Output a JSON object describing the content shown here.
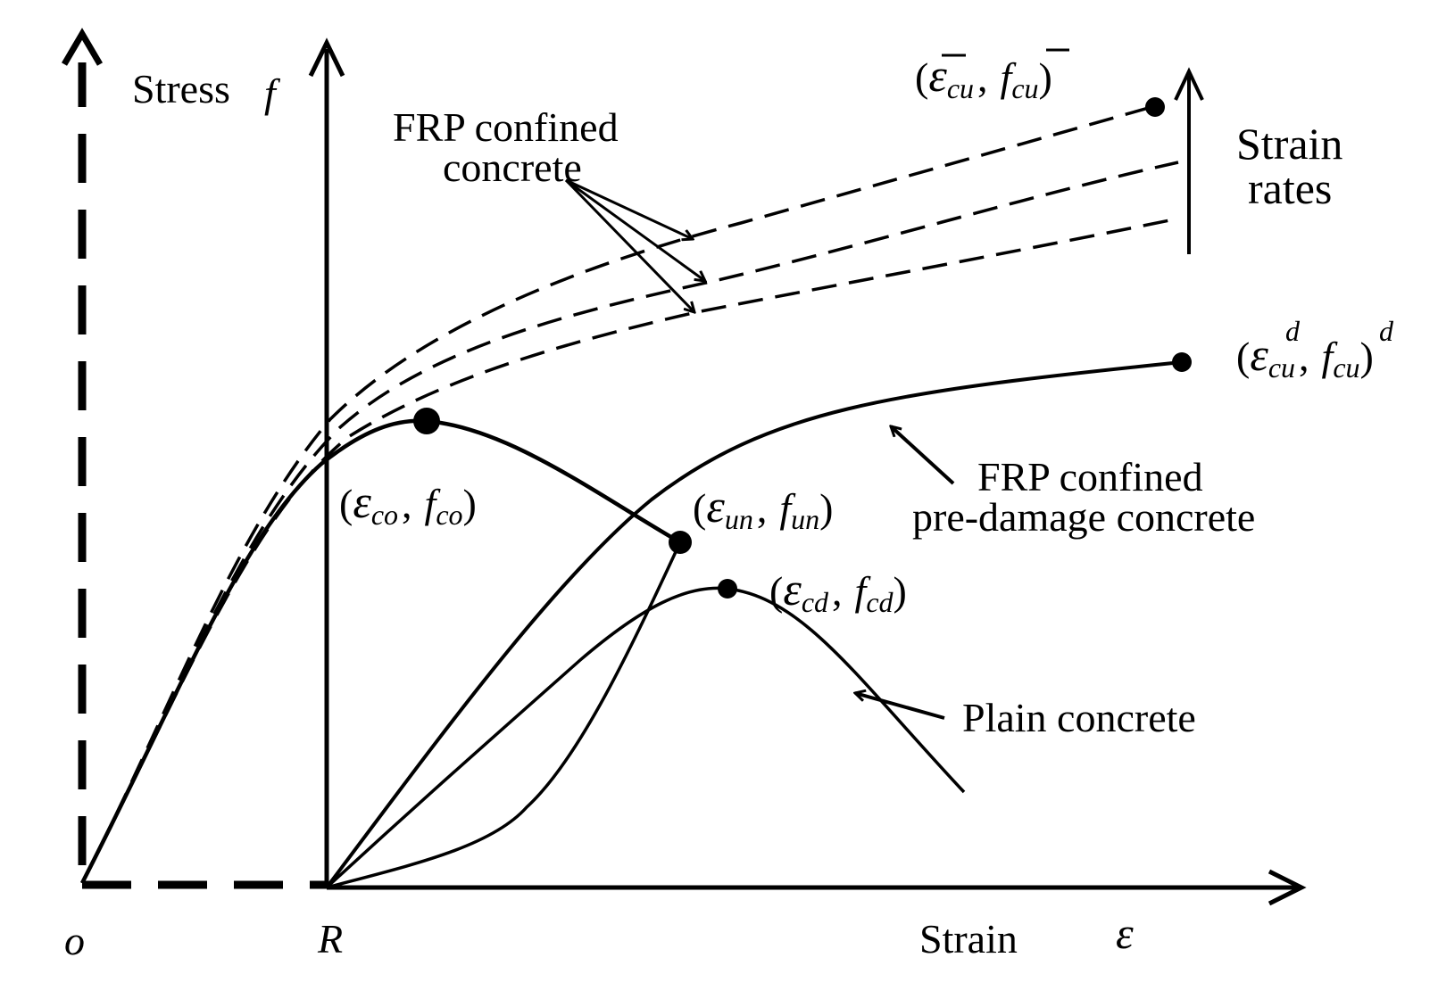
{
  "labels": {
    "stress_word": "Stress",
    "stress_symbol": "f",
    "strain_word": "Strain",
    "strain_symbol": "ε",
    "origin_o": "o",
    "origin_r": "R",
    "frp_confined_line1": "FRP confined",
    "frp_confined_line2": "concrete",
    "strain_rates_line1": "Strain",
    "strain_rates_line2": "rates",
    "frp_predamage_line1": "FRP confined",
    "frp_predamage_line2": "pre-damage concrete",
    "plain_concrete": "Plain concrete"
  },
  "points": {
    "confined_ultimate": {
      "open": "(",
      "eps": "ε",
      "eps_sub": "cu",
      "comma": ",",
      "f": "f",
      "f_sub": "cu",
      "close": ")"
    },
    "predamage_ultimate": {
      "open": "(",
      "eps": "ε",
      "eps_sub": "cu",
      "eps_sup": "d",
      "comma": ",",
      "f": "f",
      "f_sub": "cu",
      "f_sup": "d",
      "close": ")"
    },
    "peak_co": {
      "open": "(",
      "eps": "ε",
      "eps_sub": "co",
      "comma": ",",
      "f": "f",
      "f_sub": "co",
      "close": ")"
    },
    "unload": {
      "open": "(",
      "eps": "ε",
      "eps_sub": "un",
      "comma": ",",
      "f": "f",
      "f_sub": "un",
      "close": ")"
    },
    "peak_cd": {
      "open": "(",
      "eps": "ε",
      "eps_sub": "cd",
      "comma": ",",
      "f": "f",
      "f_sub": "cd",
      "close": ")"
    }
  }
}
